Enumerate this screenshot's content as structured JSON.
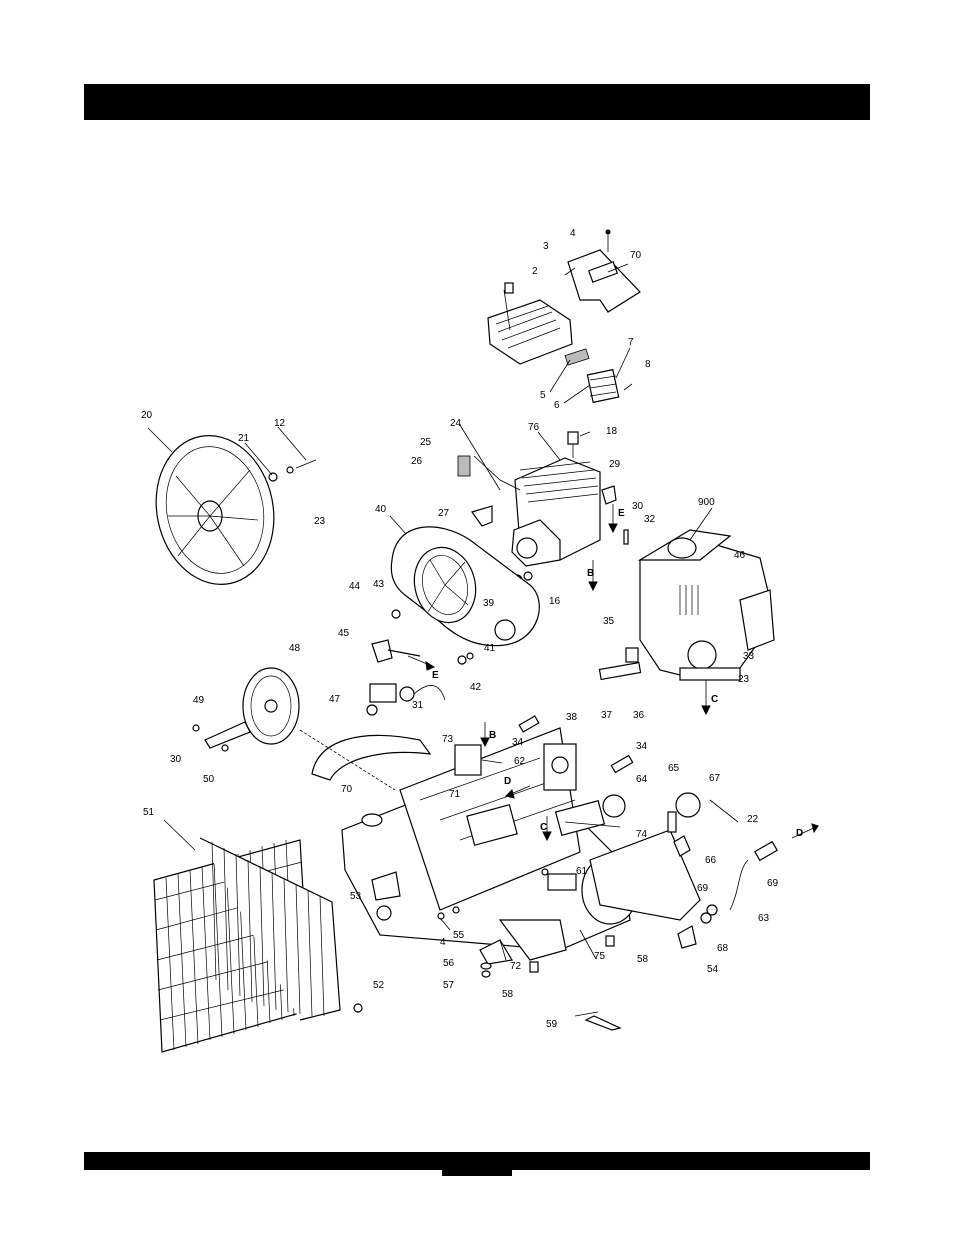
{
  "callouts": [
    {
      "id": "c4a",
      "label": "4"
    },
    {
      "id": "c70a",
      "label": "70"
    },
    {
      "id": "c3",
      "label": "3"
    },
    {
      "id": "c2",
      "label": "2"
    },
    {
      "id": "c7",
      "label": "7"
    },
    {
      "id": "c8",
      "label": "8"
    },
    {
      "id": "c5",
      "label": "5"
    },
    {
      "id": "c6",
      "label": "6"
    },
    {
      "id": "c20",
      "label": "20"
    },
    {
      "id": "c12",
      "label": "12"
    },
    {
      "id": "c21",
      "label": "21"
    },
    {
      "id": "c23a",
      "label": "23"
    },
    {
      "id": "c25",
      "label": "25"
    },
    {
      "id": "c24",
      "label": "24"
    },
    {
      "id": "c76",
      "label": "76"
    },
    {
      "id": "c18",
      "label": "18"
    },
    {
      "id": "c26",
      "label": "26"
    },
    {
      "id": "c29",
      "label": "29"
    },
    {
      "id": "c27",
      "label": "27"
    },
    {
      "id": "c30a",
      "label": "30"
    },
    {
      "id": "c900",
      "label": "900"
    },
    {
      "id": "c32",
      "label": "32"
    },
    {
      "id": "c46",
      "label": "46"
    },
    {
      "id": "c40",
      "label": "40"
    },
    {
      "id": "c16",
      "label": "16"
    },
    {
      "id": "c44",
      "label": "44"
    },
    {
      "id": "c43",
      "label": "43"
    },
    {
      "id": "c39",
      "label": "39"
    },
    {
      "id": "c35",
      "label": "35"
    },
    {
      "id": "c33",
      "label": "33"
    },
    {
      "id": "c45",
      "label": "45"
    },
    {
      "id": "c41",
      "label": "41"
    },
    {
      "id": "c42",
      "label": "42"
    },
    {
      "id": "c23b",
      "label": "23"
    },
    {
      "id": "c48",
      "label": "48"
    },
    {
      "id": "c47",
      "label": "47"
    },
    {
      "id": "c31",
      "label": "31"
    },
    {
      "id": "c38",
      "label": "38"
    },
    {
      "id": "c37",
      "label": "37"
    },
    {
      "id": "c36",
      "label": "36"
    },
    {
      "id": "c49",
      "label": "49"
    },
    {
      "id": "c34a",
      "label": "34"
    },
    {
      "id": "c34b",
      "label": "34"
    },
    {
      "id": "c30b",
      "label": "30"
    },
    {
      "id": "c50",
      "label": "50"
    },
    {
      "id": "c73",
      "label": "73"
    },
    {
      "id": "c62",
      "label": "62"
    },
    {
      "id": "c64",
      "label": "64"
    },
    {
      "id": "c65",
      "label": "65"
    },
    {
      "id": "c67",
      "label": "67"
    },
    {
      "id": "c70b",
      "label": "70"
    },
    {
      "id": "c71",
      "label": "71"
    },
    {
      "id": "c74",
      "label": "74"
    },
    {
      "id": "c51",
      "label": "51"
    },
    {
      "id": "c22",
      "label": "22"
    },
    {
      "id": "c66",
      "label": "66"
    },
    {
      "id": "c61",
      "label": "61"
    },
    {
      "id": "c69a",
      "label": "69"
    },
    {
      "id": "c53",
      "label": "53"
    },
    {
      "id": "c69b",
      "label": "69"
    },
    {
      "id": "c63",
      "label": "63"
    },
    {
      "id": "c68",
      "label": "68"
    },
    {
      "id": "c4b",
      "label": "4"
    },
    {
      "id": "c55",
      "label": "55"
    },
    {
      "id": "c75",
      "label": "75"
    },
    {
      "id": "c58a",
      "label": "58"
    },
    {
      "id": "c54",
      "label": "54"
    },
    {
      "id": "c56",
      "label": "56"
    },
    {
      "id": "c72",
      "label": "72"
    },
    {
      "id": "c57",
      "label": "57"
    },
    {
      "id": "c58b",
      "label": "58"
    },
    {
      "id": "c52",
      "label": "52"
    },
    {
      "id": "c59",
      "label": "59"
    }
  ],
  "connectors": [
    {
      "id": "b1",
      "label": "B"
    },
    {
      "id": "b2",
      "label": "B"
    },
    {
      "id": "c1",
      "label": "C"
    },
    {
      "id": "c2",
      "label": "C"
    },
    {
      "id": "d1",
      "label": "D"
    },
    {
      "id": "d2",
      "label": "D"
    },
    {
      "id": "e1",
      "label": "E"
    },
    {
      "id": "e2",
      "label": "E"
    }
  ]
}
